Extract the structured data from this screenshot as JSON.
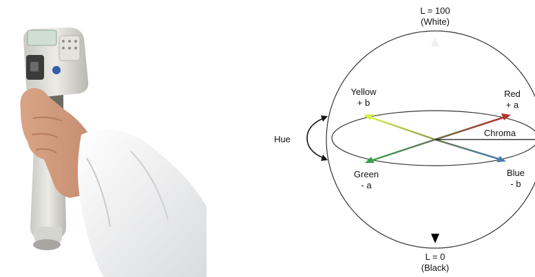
{
  "diagram": {
    "top_axis": {
      "line1": "L = 100",
      "line2": "(White)"
    },
    "bottom_axis": {
      "line1": "L = 0",
      "line2": "(Black)"
    },
    "yellow": {
      "line1": "Yellow",
      "line2": "+ b"
    },
    "red": {
      "line1": "Red",
      "line2": "+ a"
    },
    "green": {
      "line1": "Green",
      "line2": "- a"
    },
    "blue": {
      "line1": "Blue",
      "line2": "- b"
    },
    "chroma": "Chroma",
    "hue": "Hue"
  },
  "colors": {
    "yellow_axis": "#b4e03a",
    "red_axis": "#b83a33",
    "green_axis": "#3d9a4a",
    "blue_axis": "#4f7fa3"
  }
}
